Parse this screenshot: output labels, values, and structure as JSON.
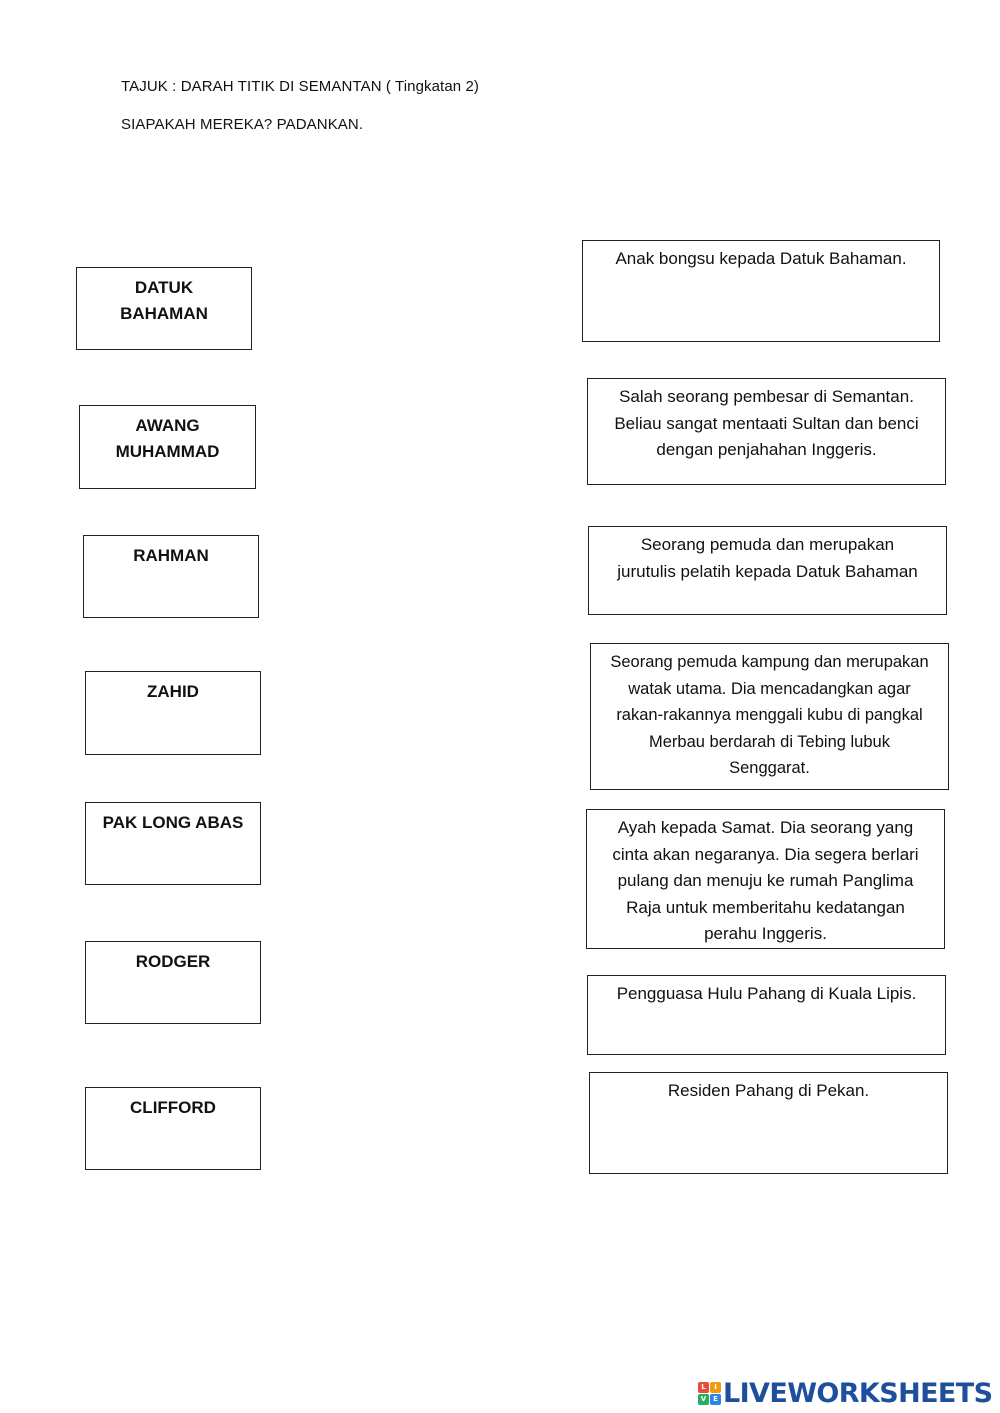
{
  "header": {
    "title": "TAJUK  : DARAH TITIK DI SEMANTAN ( Tingkatan 2)",
    "instruction": "SIAPAKAH MEREKA? PADANKAN."
  },
  "names": [
    "DATUK\nBAHAMAN",
    "AWANG\nMUHAMMAD",
    "RAHMAN",
    "ZAHID",
    "PAK LONG ABAS",
    "RODGER",
    "CLIFFORD"
  ],
  "descriptions": [
    "Anak bongsu kepada Datuk Bahaman.",
    "Salah seorang pembesar di Semantan.\nBeliau sangat mentaati Sultan dan benci\ndengan penjahahan Inggeris.",
    "Seorang pemuda dan merupakan\njurutulis pelatih kepada Datuk Bahaman",
    "Seorang pemuda kampung dan merupakan\nwatak utama. Dia mencadangkan agar\nrakan-rakannya menggali kubu di pangkal\nMerbau berdarah di Tebing lubuk\nSenggarat.",
    "Ayah kepada Samat. Dia seorang yang\ncinta akan negaranya. Dia segera berlari\npulang dan menuju ke rumah Panglima\nRaja untuk memberitahu kedatangan\nperahu Inggeris.",
    "Pengguasa Hulu Pahang di Kuala Lipis.",
    "Residen Pahang di Pekan."
  ],
  "brand": {
    "logo_text": "LIVEWORKSHEETS",
    "logo_letters": [
      "L",
      "I",
      "V",
      "E"
    ],
    "logo_colors": [
      "#e74c3c",
      "#f39c12",
      "#27ae60",
      "#2e86de"
    ],
    "text_color": "#1d4f9c"
  }
}
